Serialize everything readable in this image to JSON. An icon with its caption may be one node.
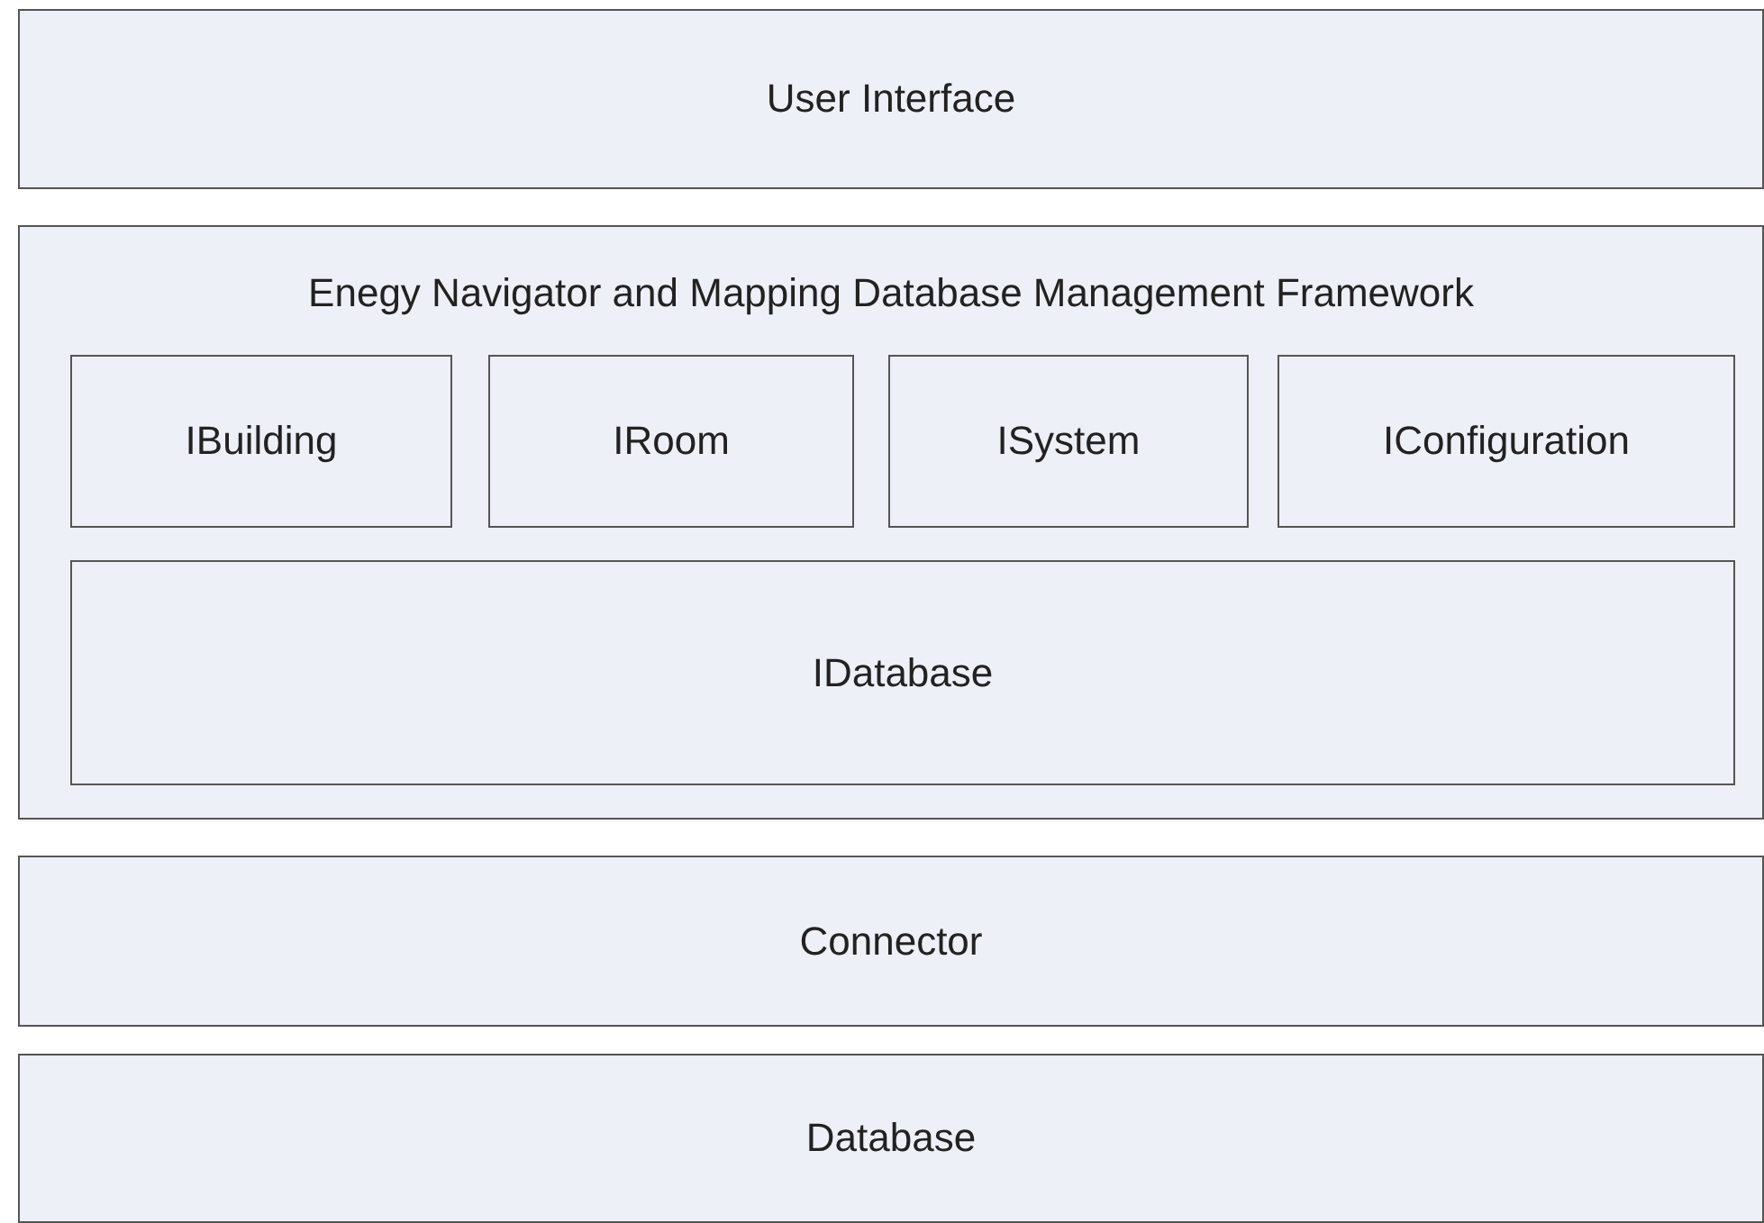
{
  "diagram": {
    "nodes": [
      {
        "text": [
          "User Interface"
        ]
      },
      {
        "text": [
          "Enegy Navigator and Mapping Database Management Framework"
        ]
      },
      {
        "text": [
          "IBuilding"
        ],
        "in": 1
      },
      {
        "text": [
          "IRoom"
        ],
        "in": 1
      },
      {
        "text": [
          "ISystem"
        ],
        "in": 1
      },
      {
        "text": [
          "IConfiguration"
        ],
        "in": 1
      },
      {
        "text": [
          "IDatabase"
        ],
        "in": 1
      },
      {
        "text": [
          "Connector"
        ]
      },
      {
        "text": [
          "Database"
        ]
      }
    ]
  }
}
